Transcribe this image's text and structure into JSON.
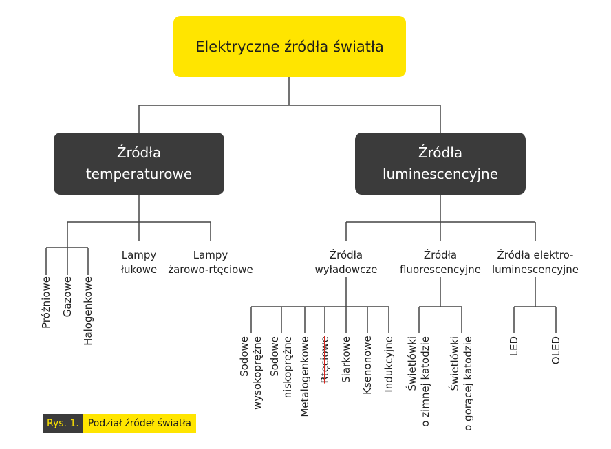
{
  "colors": {
    "accent": "#ffe500",
    "dark": "#3b3b3b",
    "line": "#444444",
    "strike": "#d9241c"
  },
  "root": "Elektryczne źródła światła",
  "categories": {
    "temperature": {
      "line1": "Źródła",
      "line2": "temperaturowe"
    },
    "luminescent": {
      "line1": "Źródła",
      "line2": "luminescencyjne"
    }
  },
  "temperature_children": {
    "lampy_lukowe": {
      "line1": "Lampy",
      "line2": "łukowe"
    },
    "lampy_zarowo": {
      "line1": "Lampy",
      "line2": "żarowo-rtęciowe"
    },
    "incandescent": [
      "Próżniowe",
      "Gazowe",
      "Halogenkowe"
    ]
  },
  "luminescent_children": {
    "discharge": {
      "line1": "Źródła",
      "line2": "wyładowcze"
    },
    "fluorescent": {
      "line1": "Źródła",
      "line2": "fluorescencyjne"
    },
    "electro": {
      "line1": "Źródła elektro-",
      "line2": "luminescencyjne"
    }
  },
  "discharge_leaves": {
    "sodowe_wys": {
      "line1": "Sodowe",
      "line2": "wysokoprężne"
    },
    "sodowe_nis": {
      "line1": "Sodowe",
      "line2": "niskoprężne"
    },
    "metalogenkowe": "Metalogenkowe",
    "rteciowe": "Rtęciowe",
    "siarkowe": "Siarkowe",
    "ksenonowe": "Ksenonowe",
    "indukcyjne": "Indukcyjne"
  },
  "fluorescent_leaves": {
    "zimna": {
      "line1": "Świetlówki",
      "line2": "o zimnej katodzie"
    },
    "goraca": {
      "line1": "Świetlówki",
      "line2": "o gorącej katodzie"
    }
  },
  "electro_leaves": [
    "LED",
    "OLED"
  ],
  "caption": {
    "number": "Rys. 1.",
    "text": "Podział źródeł światła"
  }
}
